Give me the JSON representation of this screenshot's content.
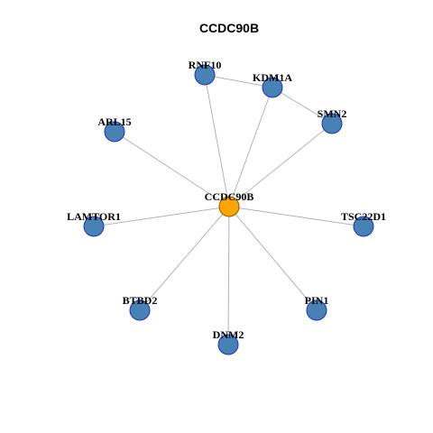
{
  "title": "CCDC90B",
  "colors": {
    "center_fill": "#FFA500",
    "center_stroke": "#8B5A00",
    "node_fill": "#4682B4",
    "node_stroke": "#1F2FBF",
    "edge": "#B3B3B3"
  },
  "graph": {
    "center": "CCDC90B",
    "nodes": [
      "CCDC90B",
      "RNF10",
      "KDM1A",
      "SMN2",
      "ARL15",
      "LAMTOR1",
      "TSC22D1",
      "BTBD2",
      "PIN1",
      "DNM2"
    ],
    "edges": [
      [
        "CCDC90B",
        "RNF10"
      ],
      [
        "CCDC90B",
        "KDM1A"
      ],
      [
        "CCDC90B",
        "SMN2"
      ],
      [
        "CCDC90B",
        "ARL15"
      ],
      [
        "CCDC90B",
        "LAMTOR1"
      ],
      [
        "CCDC90B",
        "TSC22D1"
      ],
      [
        "CCDC90B",
        "BTBD2"
      ],
      [
        "CCDC90B",
        "PIN1"
      ],
      [
        "CCDC90B",
        "DNM2"
      ],
      [
        "RNF10",
        "KDM1A"
      ],
      [
        "KDM1A",
        "SMN2"
      ]
    ]
  }
}
